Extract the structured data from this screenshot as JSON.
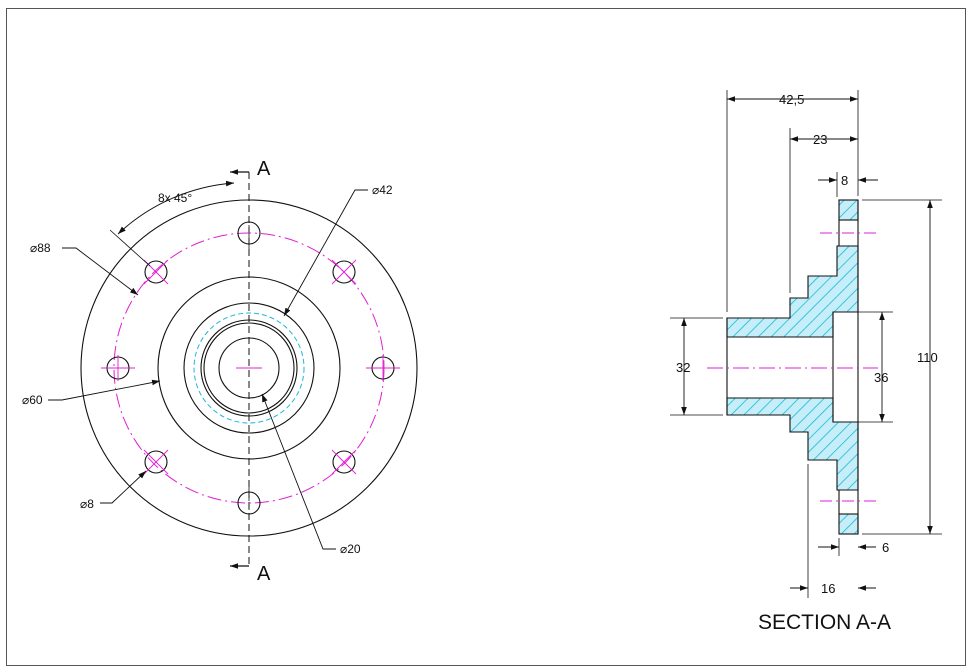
{
  "colors": {
    "outline": "#111111",
    "centerline": "#e020d0",
    "hidden_circle": "#1ab8d8",
    "hatch": "#1ab8d8",
    "background": "#ffffff"
  },
  "section_marks": {
    "top": "A",
    "bottom": "A"
  },
  "front_view": {
    "bolt_pattern_callout": "8x 45°",
    "dia_88": "⌀88",
    "dia_60": "⌀60",
    "dia_8": "⌀8",
    "dia_42": "⌀42",
    "dia_20": "⌀20"
  },
  "section_view": {
    "title": "SECTION A-A",
    "dim_42_5": "42,5",
    "dim_23": "23",
    "dim_8": "8",
    "dim_110": "110",
    "dim_32": "32",
    "dim_36": "36",
    "dim_6": "6",
    "dim_16": "16"
  }
}
